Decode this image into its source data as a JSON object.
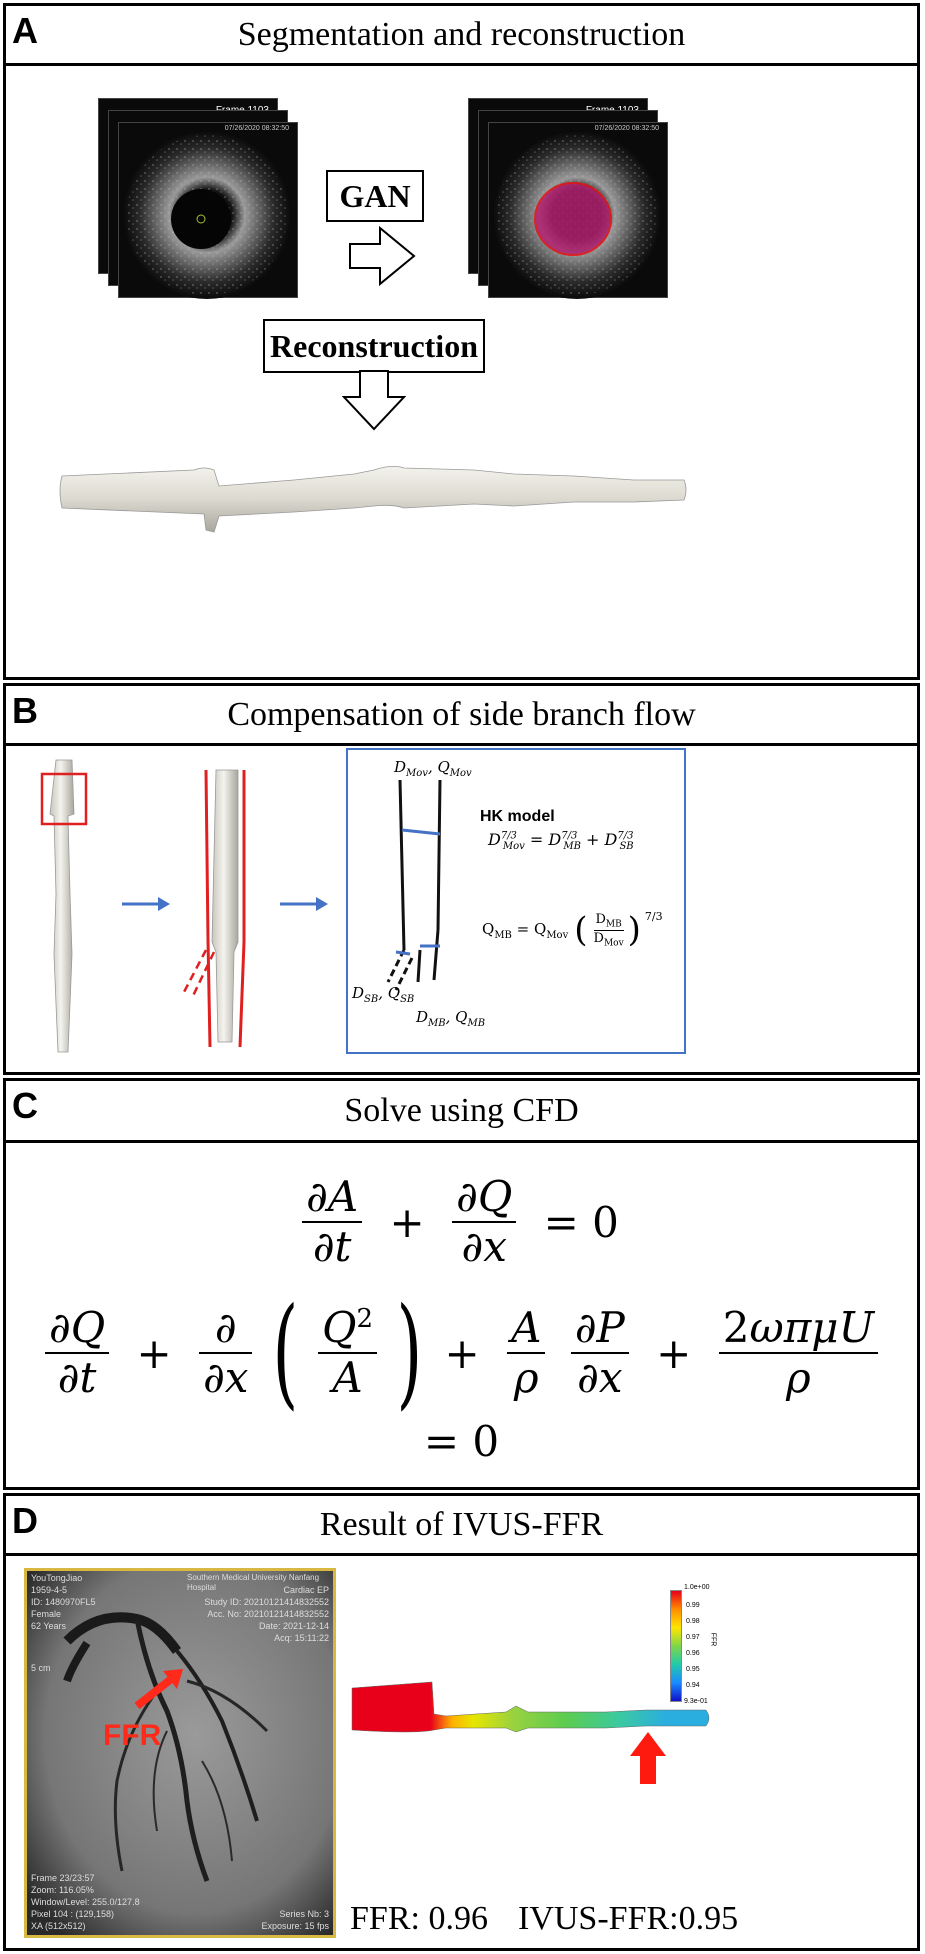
{
  "panels": {
    "a": {
      "letter": "A",
      "title": "Segmentation and reconstruction",
      "gan_label": "GAN",
      "reconstruction_label": "Reconstruction",
      "frame_label": "Frame 1103",
      "frame_date": "07/26/2020 08:32:50"
    },
    "b": {
      "letter": "B",
      "title": "Compensation of side branch flow",
      "hk_model_label": "HK model",
      "d_mov": "D",
      "labels": {
        "top": "D_Mov, Q_Mov",
        "sb": "D_SB, Q_SB",
        "mb": "D_MB, Q_MB"
      }
    },
    "c": {
      "letter": "C",
      "title": "Solve using CFD"
    },
    "d": {
      "letter": "D",
      "title": "Result of IVUS-FFR",
      "ffr_arrow_label": "FFR",
      "ffr_result": "FFR: 0.96",
      "ivus_ffr_result": "IVUS-FFR:0.95",
      "hospital": "Southern Medical University Nanfang Hospital",
      "patient_name": "YouTongJiao",
      "patient_info": [
        "1959-4-5",
        "ID: 1480970FL5",
        "Female",
        "62 Years"
      ],
      "study_info": [
        "Cardiac EP",
        "Study ID: 20210121414832552",
        "Acc. No: 20210121414832552",
        "Date: 2021-12-14",
        "Acq: 15:11:22"
      ],
      "scale_label": "5 cm",
      "frame_info": [
        "Frame 23/23:57",
        "Zoom: 116.05%",
        "Window/Level: 255.0/127.8",
        "Pixel 104 : (129,158)",
        "XA (512x512)"
      ],
      "bottom_right": [
        "Series Nb: 3",
        "Exposure: 15 fps"
      ],
      "colorbar": {
        "max_label": "1.0e+00",
        "min_label": "9.3e-01",
        "ticks": [
          "0.99",
          "0.98",
          "0.97",
          "0.96",
          "0.95",
          "0.94"
        ],
        "axis_label": "FFR",
        "colors": [
          "#e8001a",
          "#ff8c00",
          "#ffe600",
          "#7fd64a",
          "#22c9a8",
          "#1a8cff",
          "#1010c8"
        ]
      }
    }
  }
}
